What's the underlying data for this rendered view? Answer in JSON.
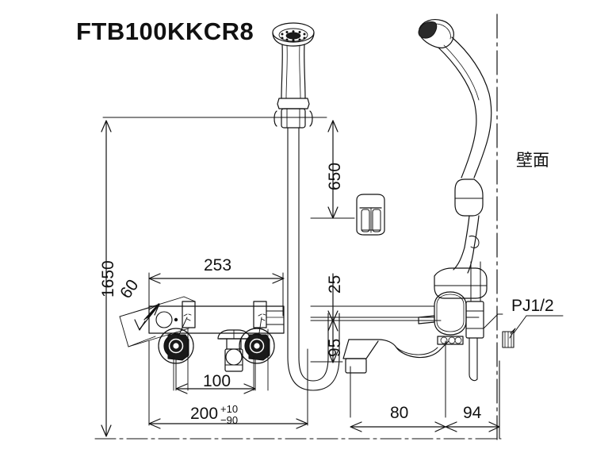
{
  "drawing": {
    "title": "FTB100KKCR8",
    "type": "technical-dimension-drawing",
    "subject": "thermostatic bath shower mixer faucet",
    "units": "mm"
  },
  "dimensions": {
    "overall_height": "1650",
    "shower_drop": "650",
    "spout_reach_front": "253",
    "body_depth_diagonal": "60",
    "handle_offset_top": "25",
    "spout_drop": "95",
    "handle_spacing": "100",
    "inlet_spacing": "200",
    "inlet_tolerance_plus": "+10",
    "inlet_tolerance_minus": "−90",
    "spout_projection": "80",
    "wall_offset": "94"
  },
  "labels": {
    "wall": "壁面",
    "thread": "PJ1/2"
  },
  "icons": {
    "shower_head_front": "shower-head-icon",
    "shower_head_side": "shower-head-side-icon",
    "hose": "shower-hose-icon",
    "holder": "shower-holder-icon",
    "mixer_body": "mixer-body-icon",
    "spout": "spout-icon",
    "wall_line": "wall-centerline-icon"
  }
}
